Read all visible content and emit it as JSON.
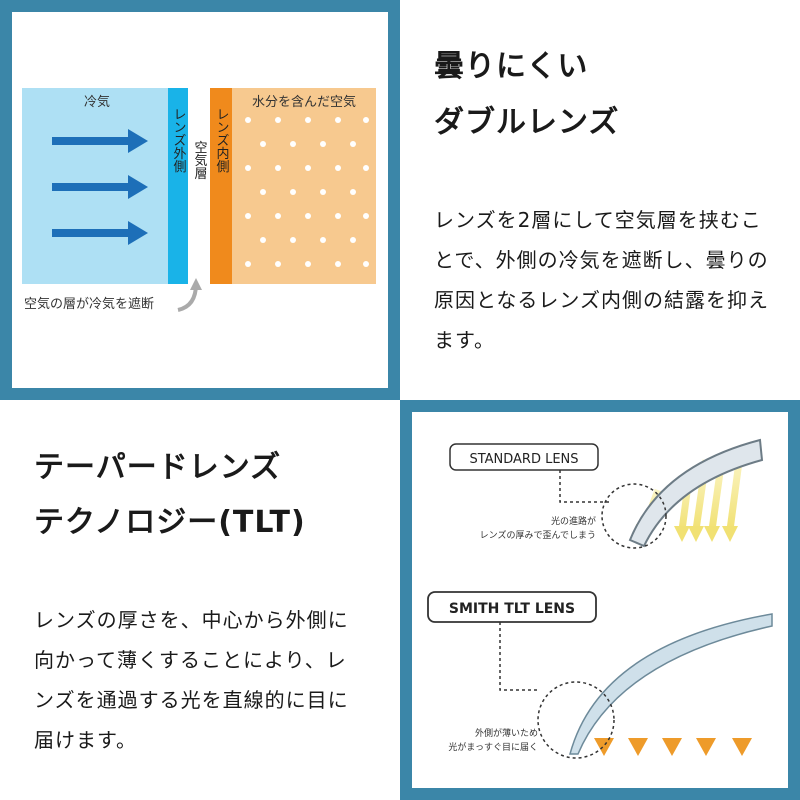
{
  "top_left_diagram": {
    "cold_air_label": "冷気",
    "warm_air_label": "水分を含んだ空気",
    "outer_lens_label": "レンズ外側",
    "air_layer_label": "空気層",
    "inner_lens_label": "レンズ内側",
    "caption": "空気の層が冷気を遮断"
  },
  "section1": {
    "title_line1": "曇りにくい",
    "title_line2": "ダブルレンズ",
    "body_lines": [
      "レンズを2層にして空気層を挟むこ",
      "とで、外側の冷気を遮断し、曇りの",
      "原因となるレンズ内側の結露を抑え",
      "ます。"
    ]
  },
  "section2": {
    "title_line1": "テーパードレンズ",
    "title_line2": "テクノロジー(TLT)",
    "body_lines": [
      "レンズの厚さを、中心から外側に",
      "向かって薄くすることにより、レ",
      "ンズを通過する光を直線的に目に",
      "届けます。"
    ]
  },
  "lens_diagram": {
    "standard_label": "STANDARD LENS",
    "standard_note_line1": "光の進路が",
    "standard_note_line2": "レンズの厚みで歪んでしまう",
    "smith_label": "SMITH TLT LENS",
    "smith_note_line1": "外側が薄いため",
    "smith_note_line2": "光がまっすぐ目に届く"
  },
  "colors": {
    "frame": "#3b86a8",
    "cold_air": "#aee0f4",
    "warm_air": "#f7c98f",
    "outer_lens": "#19b3e8",
    "inner_lens": "#f08a1c",
    "arrow_blue": "#1d6fb8",
    "ray_standard": "#f1e173",
    "ray_smith": "#ee9b2a"
  }
}
